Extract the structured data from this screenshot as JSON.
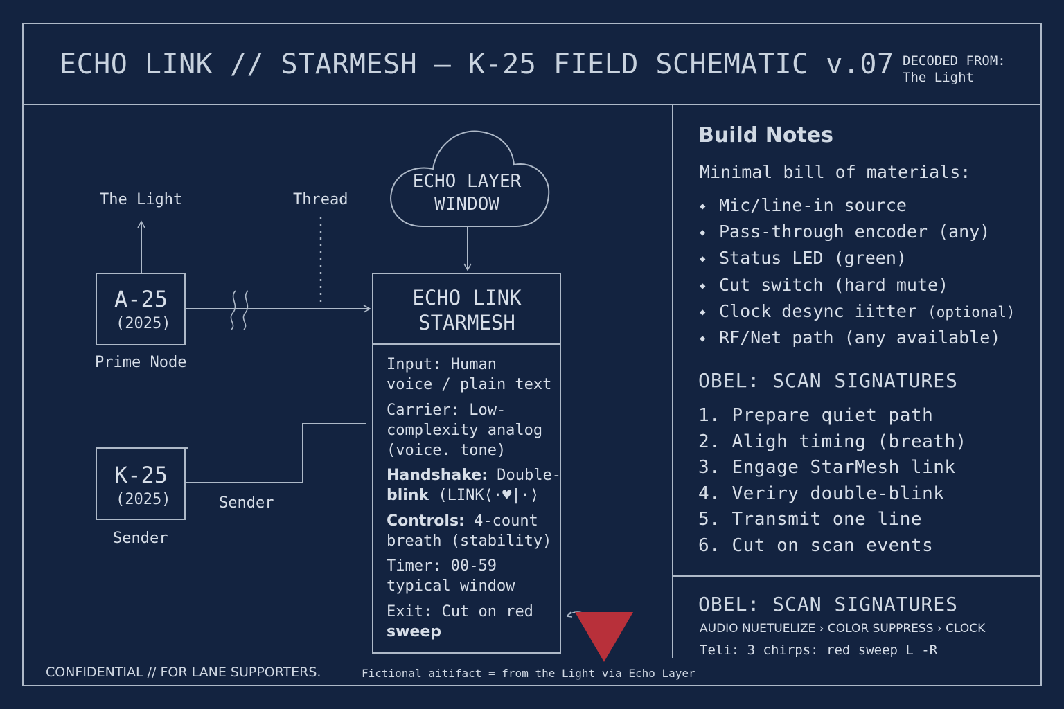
{
  "header": {
    "title": "ECHO LINK // STARMESH – K-25 FIELD SCHEMATIC v.07",
    "decoded_label": "DECODED FROM:",
    "decoded_value": "The Light"
  },
  "diagram": {
    "label_the_light": "The Light",
    "label_thread": "Thread",
    "cloud": {
      "line1": "ECHO LAYER",
      "line2": "WINDOW"
    },
    "node_a": {
      "name": "A-25",
      "year": "(2025)",
      "caption": "Prime Node"
    },
    "node_k": {
      "name": "K-25",
      "year": "(2025)",
      "caption": "Sender"
    },
    "sender_link_label": "Sender",
    "main_box": {
      "line1": "ECHO LINK",
      "line2": "STARMESH",
      "specs": [
        {
          "key": "Input:",
          "text1": " Human",
          "text2": "voice / plain text"
        },
        {
          "key": "Carrier:",
          "text1": " Low-",
          "text2": "complexity analog",
          "text3": "(voice. tone)"
        },
        {
          "key": "Handshake:",
          "text1": " Double-",
          "text2b": "blink",
          "text2": " (LINK⟨·♥|·⟩"
        },
        {
          "key": "Controls:",
          "text1": " 4-count",
          "text2": "breath (stability)"
        },
        {
          "key": "Timer:",
          "text1": " 00-59",
          "text2": "typical window"
        },
        {
          "key": "Exit:",
          "text1": " Cut on red",
          "text2b": "sweep"
        }
      ]
    }
  },
  "build_notes": {
    "heading": "Build Notes",
    "subheading": "Minimal bill of materials:",
    "items": [
      "Mic/line-in source",
      "Pass-through encoder (any)",
      "Status LED (green)",
      "Cut switch (hard mute)",
      "Clock desync iitter",
      "RF/Net path (any available)"
    ],
    "optional_suffix": "(optional)"
  },
  "scan_steps": {
    "heading": "OBEL: SCAN SIGNATURES",
    "steps": [
      "1. Prepare quiet path",
      "2. Aligh timing (breath)",
      "3. Engage StarMesh link",
      "4. Veriry double-blink",
      "5. Transmit one line",
      "6. Cut on scan events"
    ]
  },
  "scan_signatures": {
    "heading": "OBEL: SCAN SIGNATURES",
    "chain": "AUDIO NUETUELIZE › COLOR SUPPRESS › CLOCK",
    "tell": "Teli: 3 chirps: red sweep L -R"
  },
  "footer": {
    "left": "CONFIDENTIAL // FOR LANE SUPPORTERS.",
    "right": "Fictional aitifact = from the Light via Echo Layer"
  },
  "colors": {
    "background": "#132340",
    "line": "#aeb9c8",
    "text": "#d7dee8",
    "alert_red": "#b8303a"
  }
}
